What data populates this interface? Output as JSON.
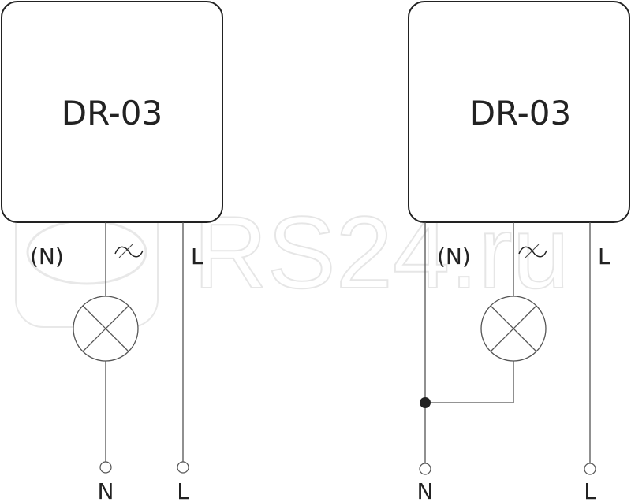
{
  "watermark": "RS24.ru",
  "diagrams": [
    {
      "device": "DR-03",
      "pins": {
        "neutral": "(N)",
        "switched": "~",
        "line": "L"
      },
      "terminals": {
        "neutral": "N",
        "line": "L"
      }
    },
    {
      "device": "DR-03",
      "pins": {
        "neutral": "(N)",
        "switched": "~",
        "line": "L"
      },
      "terminals": {
        "neutral": "N",
        "line": "L"
      }
    }
  ]
}
